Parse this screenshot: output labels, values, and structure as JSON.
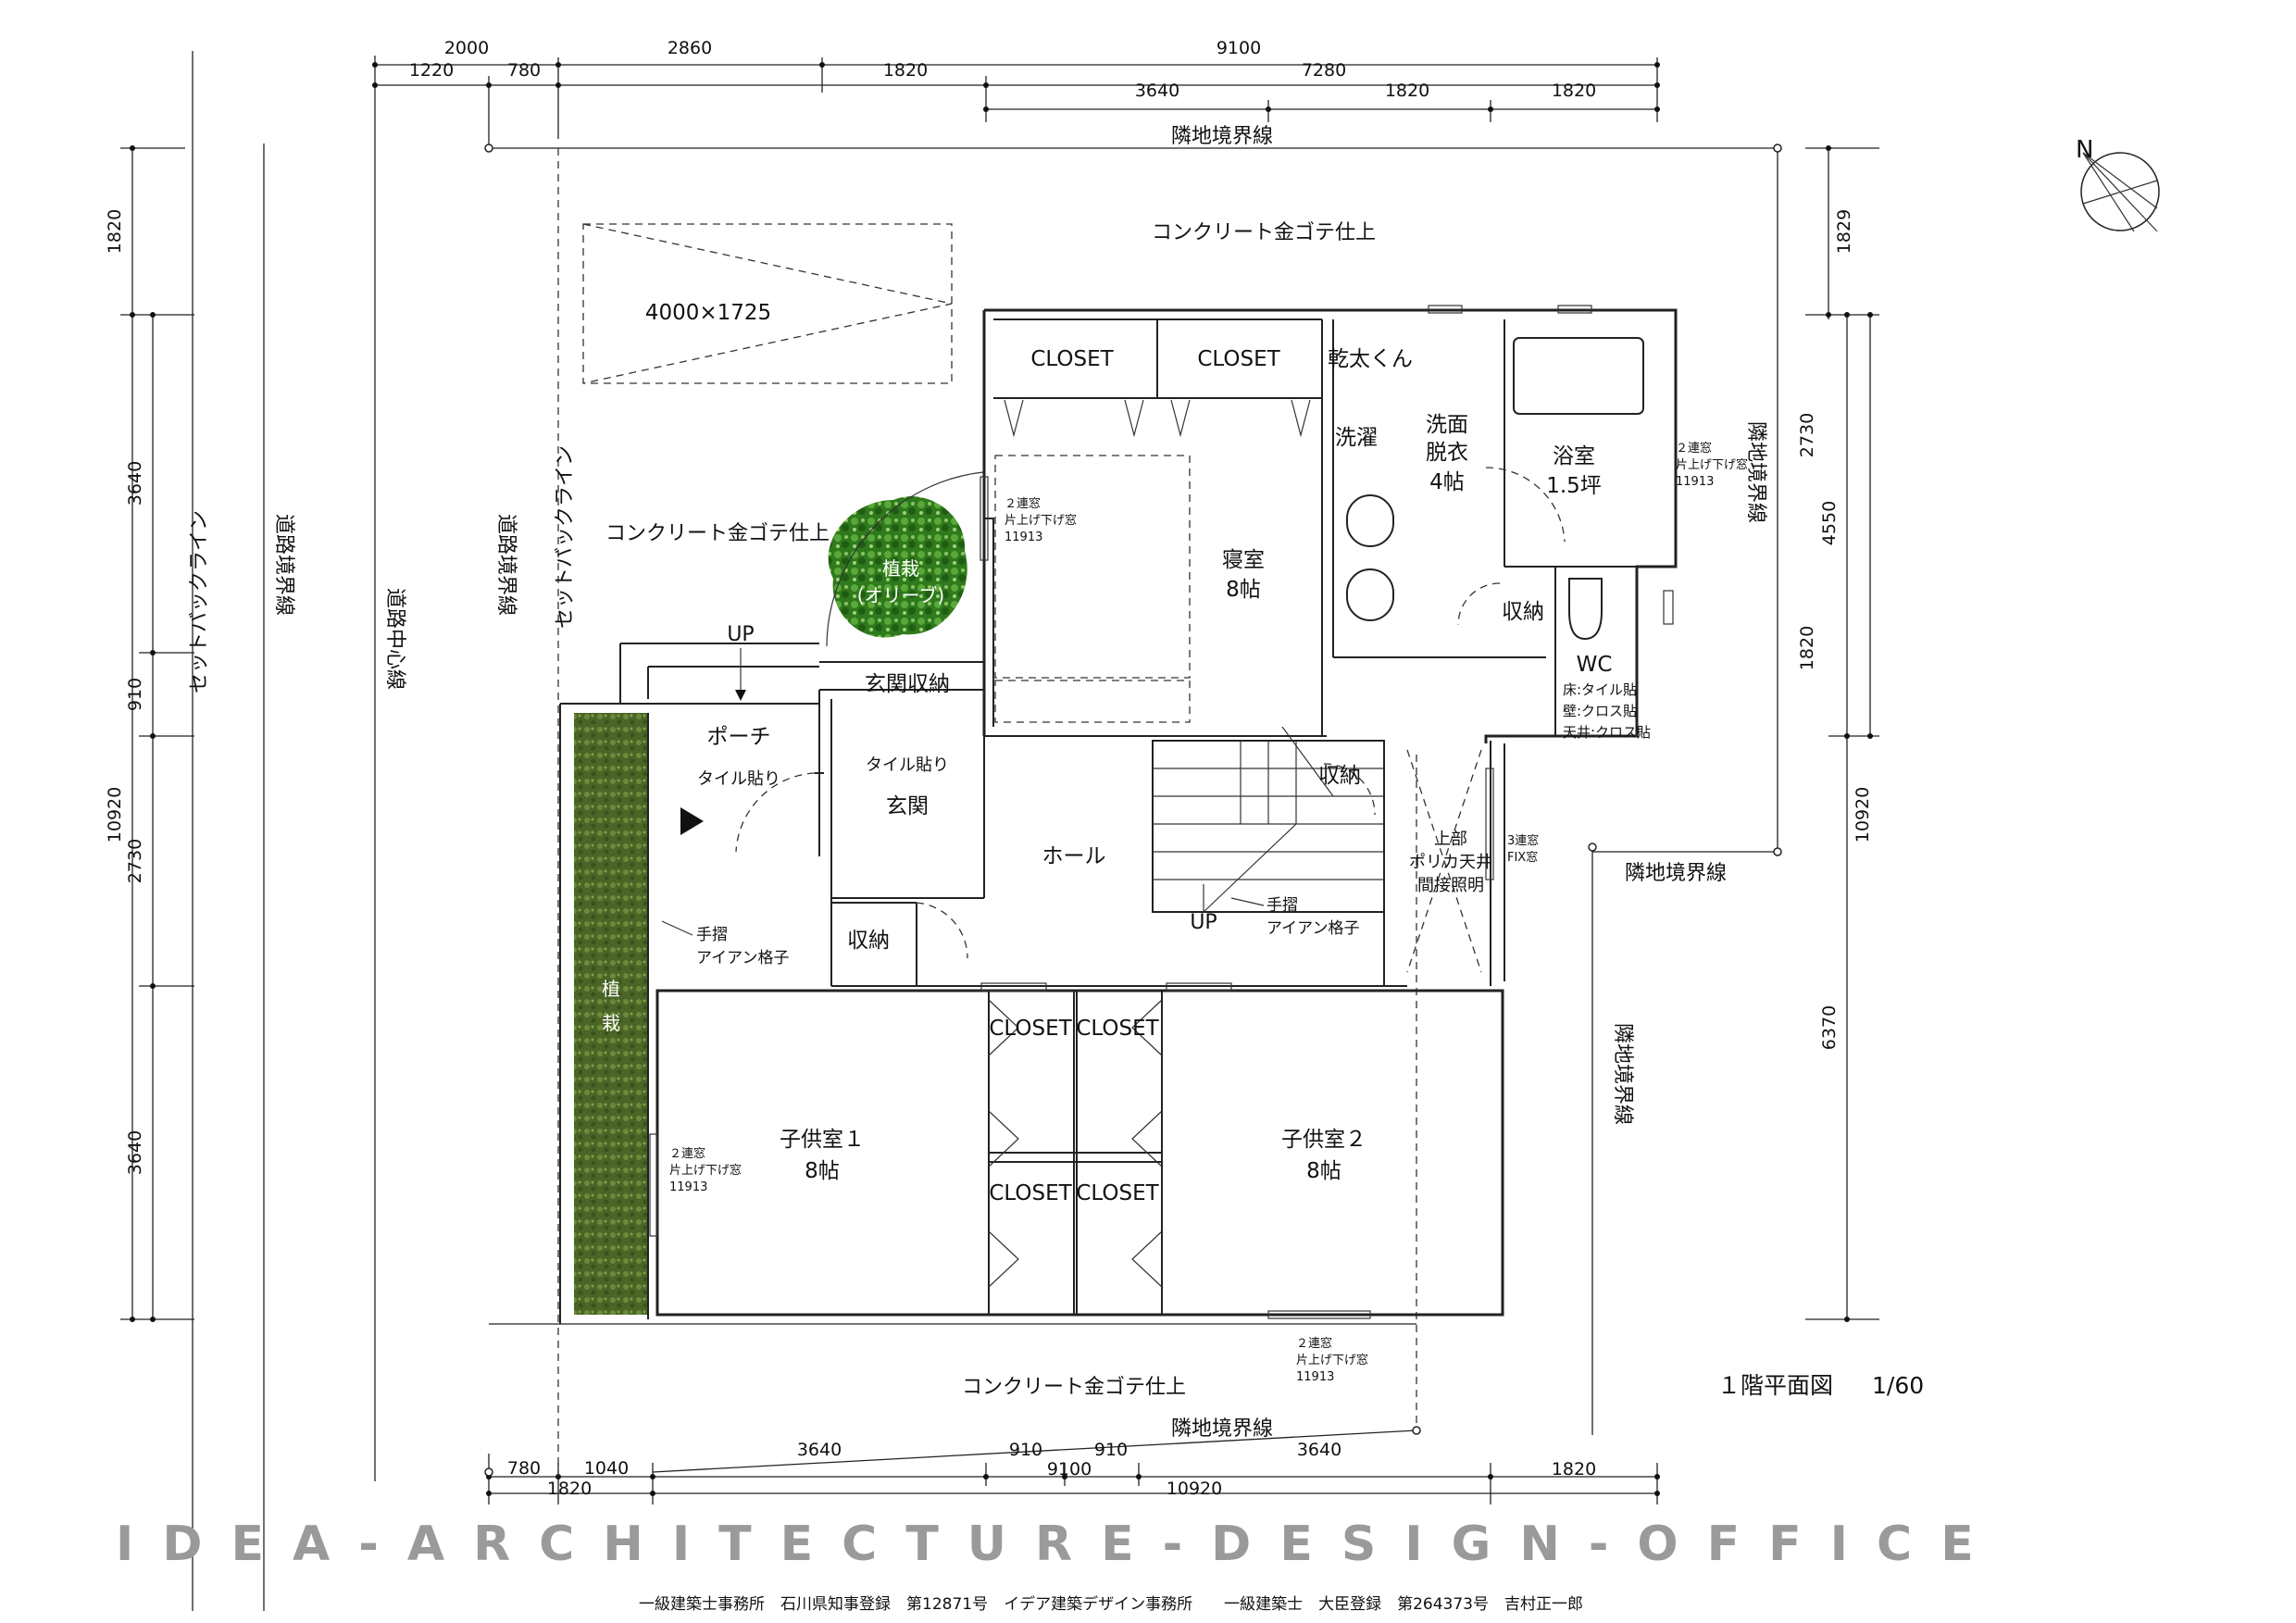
{
  "drawing": {
    "title": "１階平面図",
    "scale": "1/60",
    "north": "N"
  },
  "dims_top": {
    "d2000": "2000",
    "d2860": "2860",
    "d9100": "9100",
    "d1220": "1220",
    "d780": "780",
    "d1820": "1820",
    "d7280": "7280",
    "d3640": "3640",
    "d1820b": "1820",
    "d1820c": "1820"
  },
  "dims_left": {
    "d1820": "1820",
    "d3640a": "3640",
    "d910": "910",
    "d10920": "10920",
    "d2730": "2730",
    "d3640b": "3640"
  },
  "dims_right": {
    "d1829": "1829",
    "d2730": "2730",
    "d4550": "4550",
    "d1820": "1820",
    "d10920": "10920",
    "d6370": "6370"
  },
  "dims_bottom": {
    "d780": "780",
    "d1040": "1040",
    "d3640a": "3640",
    "d910a": "910",
    "d910b": "910",
    "d3640b": "3640",
    "d9100": "9100",
    "d1820a": "1820",
    "d1820b": "1820",
    "d10920": "10920"
  },
  "site": {
    "boundary_top": "隣地境界線",
    "boundary_right": "隣地境界線",
    "boundary_right2": "隣地境界線",
    "boundary_right3": "隣地境界線",
    "boundary_bottom": "隣地境界線",
    "road_boundary": "道路境界線",
    "road_boundary2": "道路境界線",
    "road_center": "道路中心線",
    "setback1": "セットバックライン",
    "setback2": "セットバックライン",
    "concrete_top": "コンクリート金ゴテ仕上",
    "concrete_left": "コンクリート金ゴテ仕上",
    "concrete_bottom": "コンクリート金ゴテ仕上",
    "parking": "4000×1725",
    "tree_1": "植栽",
    "tree_2": "(オリーブ)",
    "planting_1": "植",
    "planting_2": "栽"
  },
  "rooms": {
    "closet1": "CLOSET",
    "closet2": "CLOSET",
    "kantakun": "乾太くん",
    "washer": "洗濯",
    "wash_1": "洗面",
    "wash_2": "脱衣",
    "wash_3": "4帖",
    "bath_1": "浴室",
    "bath_2": "1.5坪",
    "bedroom_1": "寝室",
    "bedroom_2": "8帖",
    "storage_bath": "収納",
    "wc": "WC",
    "wc_f1": "床:タイル貼",
    "wc_f2": "壁:クロス貼",
    "wc_f3": "天井:クロス貼",
    "entry_storage": "玄関収納",
    "porch": "ポーチ",
    "porch_tile": "タイル貼り",
    "entry_tile": "タイル貼り",
    "entry": "玄関",
    "hall": "ホール",
    "storage_stair": "収納",
    "upper_1": "上部",
    "upper_2": "ポリカ天井",
    "upper_3": "間接照明",
    "storage_entry": "収納",
    "closet_c1": "CLOSET",
    "closet_c2": "CLOSET",
    "closet_c3": "CLOSET",
    "closet_c4": "CLOSET",
    "child1_1": "子供室１",
    "child1_2": "8帖",
    "child2_1": "子供室２",
    "child2_2": "8帖",
    "up1": "UP",
    "up2": "UP",
    "rail1_1": "手摺",
    "rail1_2": "アイアン格子",
    "rail2_1": "手摺",
    "rail2_2": "アイアン格子"
  },
  "windows": {
    "bed_1": "２連窓",
    "bed_2": "片上げ下げ窓",
    "bed_3": "11913",
    "bath_1": "２連窓",
    "bath_2": "片上げ下げ窓",
    "bath_3": "11913",
    "fix_1": "3連窓",
    "fix_2": "FIX窓",
    "c1_1": "２連窓",
    "c1_2": "片上げ下げ窓",
    "c1_3": "11913",
    "c2_1": "２連窓",
    "c2_2": "片上げ下げ窓",
    "c2_3": "11913"
  },
  "footer": {
    "banner": "IDEA-ARCHITECTURE-DESIGN-OFFICE",
    "credit": "一級建築士事務所　石川県知事登録　第12871号　イデア建築デザイン事務所　　一級建築士　大臣登録　第264373号　吉村正一郎"
  },
  "colors": {
    "planting": "#4f6b2a",
    "tree": "#3f8a26",
    "banner": "#9a9a9a"
  }
}
